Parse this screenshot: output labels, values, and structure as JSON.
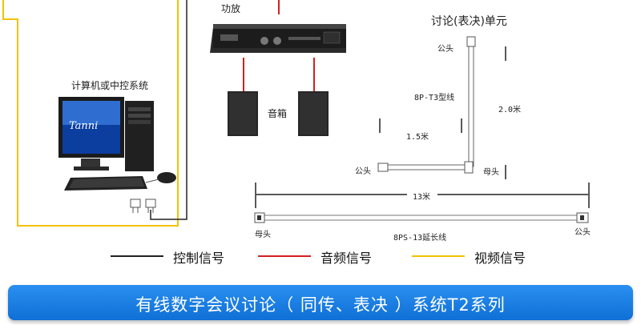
{
  "labels": {
    "amplifier": "功放",
    "unit_title": "讨论(表决)单元",
    "computer": "计算机或中控系统",
    "speaker": "音箱",
    "cable_t3": "8P-T3型线",
    "len_2m": "2.0米",
    "len_15m": "1.5米",
    "male_1": "公头",
    "male_2": "公头",
    "female_1": "母头",
    "len_13m": "13米",
    "female_2": "母头",
    "male_3": "公头",
    "cable_ext": "8PS-13延长线",
    "monitor_brand": "Tanni"
  },
  "legend": [
    {
      "label": "控制信号",
      "color": "#222222"
    },
    {
      "label": "音频信号",
      "color": "#d42020"
    },
    {
      "label": "视频信号",
      "color": "#f2c200"
    }
  ],
  "banner": {
    "title": "有线数字会议讨论（ 同传、表决 ）系统T2系列"
  }
}
